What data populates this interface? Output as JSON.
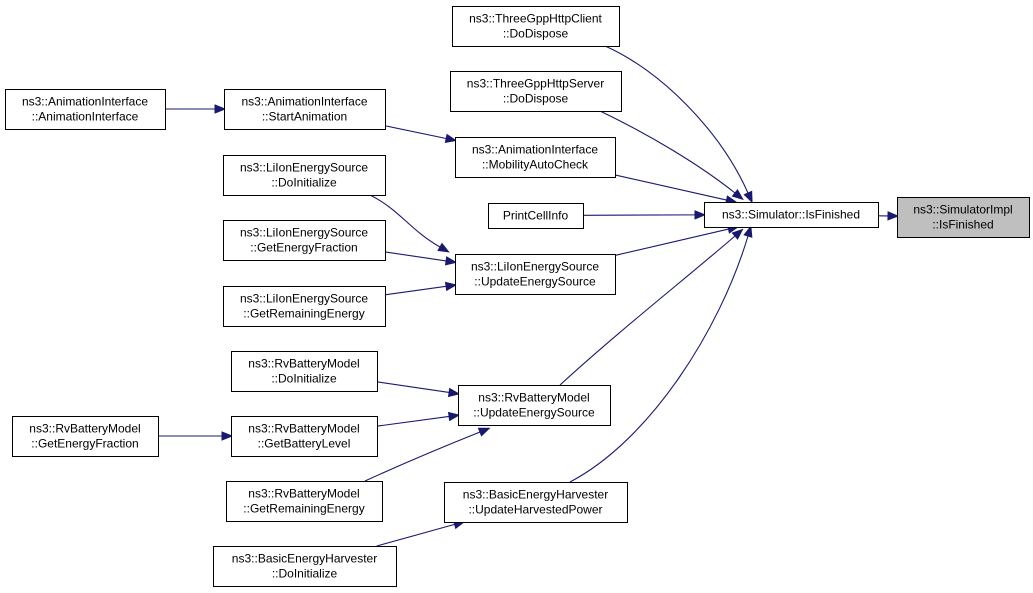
{
  "diagram": {
    "type": "call-graph",
    "edge_color": "#191970",
    "highlight_fill": "#bfbfbf",
    "nodes": [
      {
        "id": "target",
        "lines": [
          "ns3::SimulatorImpl",
          "::IsFinished"
        ],
        "highlight": true
      },
      {
        "id": "isfinished",
        "lines": [
          "ns3::Simulator::IsFinished"
        ]
      },
      {
        "id": "client",
        "lines": [
          "ns3::ThreeGppHttpClient",
          "::DoDispose"
        ]
      },
      {
        "id": "server",
        "lines": [
          "ns3::ThreeGppHttpServer",
          "::DoDispose"
        ]
      },
      {
        "id": "mobility",
        "lines": [
          "ns3::AnimationInterface",
          "::MobilityAutoCheck"
        ]
      },
      {
        "id": "printcell",
        "lines": [
          "PrintCellInfo"
        ]
      },
      {
        "id": "liion_update",
        "lines": [
          "ns3::LiIonEnergySource",
          "::UpdateEnergySource"
        ]
      },
      {
        "id": "rv_update",
        "lines": [
          "ns3::RvBatteryModel",
          "::UpdateEnergySource"
        ]
      },
      {
        "id": "harv_update",
        "lines": [
          "ns3::BasicEnergyHarvester",
          "::UpdateHarvestedPower"
        ]
      },
      {
        "id": "anim_start",
        "lines": [
          "ns3::AnimationInterface",
          "::StartAnimation"
        ]
      },
      {
        "id": "anim_ctor",
        "lines": [
          "ns3::AnimationInterface",
          "::AnimationInterface"
        ]
      },
      {
        "id": "liion_init",
        "lines": [
          "ns3::LiIonEnergySource",
          "::DoInitialize"
        ]
      },
      {
        "id": "liion_frac",
        "lines": [
          "ns3::LiIonEnergySource",
          "::GetEnergyFraction"
        ]
      },
      {
        "id": "liion_rem",
        "lines": [
          "ns3::LiIonEnergySource",
          "::GetRemainingEnergy"
        ]
      },
      {
        "id": "rv_init",
        "lines": [
          "ns3::RvBatteryModel",
          "::DoInitialize"
        ]
      },
      {
        "id": "rv_level",
        "lines": [
          "ns3::RvBatteryModel",
          "::GetBatteryLevel"
        ]
      },
      {
        "id": "rv_frac",
        "lines": [
          "ns3::RvBatteryModel",
          "::GetEnergyFraction"
        ]
      },
      {
        "id": "rv_rem",
        "lines": [
          "ns3::RvBatteryModel",
          "::GetRemainingEnergy"
        ]
      },
      {
        "id": "harv_init",
        "lines": [
          "ns3::BasicEnergyHarvester",
          "::DoInitialize"
        ]
      }
    ],
    "edges": [
      {
        "from": "isfinished",
        "to": "target"
      },
      {
        "from": "client",
        "to": "isfinished"
      },
      {
        "from": "server",
        "to": "isfinished"
      },
      {
        "from": "mobility",
        "to": "isfinished"
      },
      {
        "from": "printcell",
        "to": "isfinished"
      },
      {
        "from": "liion_update",
        "to": "isfinished"
      },
      {
        "from": "rv_update",
        "to": "isfinished"
      },
      {
        "from": "harv_update",
        "to": "isfinished"
      },
      {
        "from": "anim_ctor",
        "to": "anim_start"
      },
      {
        "from": "anim_start",
        "to": "mobility"
      },
      {
        "from": "liion_init",
        "to": "liion_update"
      },
      {
        "from": "liion_frac",
        "to": "liion_update"
      },
      {
        "from": "liion_rem",
        "to": "liion_update"
      },
      {
        "from": "rv_init",
        "to": "rv_update"
      },
      {
        "from": "rv_level",
        "to": "rv_update"
      },
      {
        "from": "rv_rem",
        "to": "rv_update"
      },
      {
        "from": "rv_frac",
        "to": "rv_level"
      },
      {
        "from": "harv_init",
        "to": "harv_update"
      }
    ]
  }
}
